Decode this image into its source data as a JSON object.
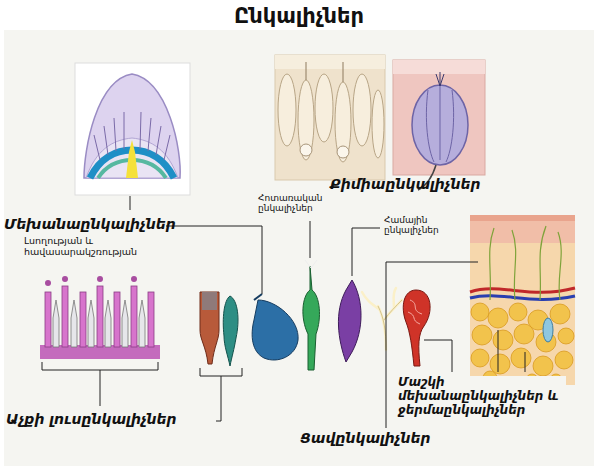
{
  "diagram": {
    "title": "Ընկալիչներ",
    "labels": [
      "Քիմիաընկալիչներ",
      "Հոտառական ընկալիչներ",
      "Համային ընկալիչներ",
      "Մեխանաընկալիչներ",
      "Լսողության և հավասարակշռության",
      "Աչքի լուսընկալիչներ",
      "Մաշկի մեխանաընկալիչներ և ջերմաընկալիչներ",
      "Ցավընկալիչներ"
    ]
  }
}
